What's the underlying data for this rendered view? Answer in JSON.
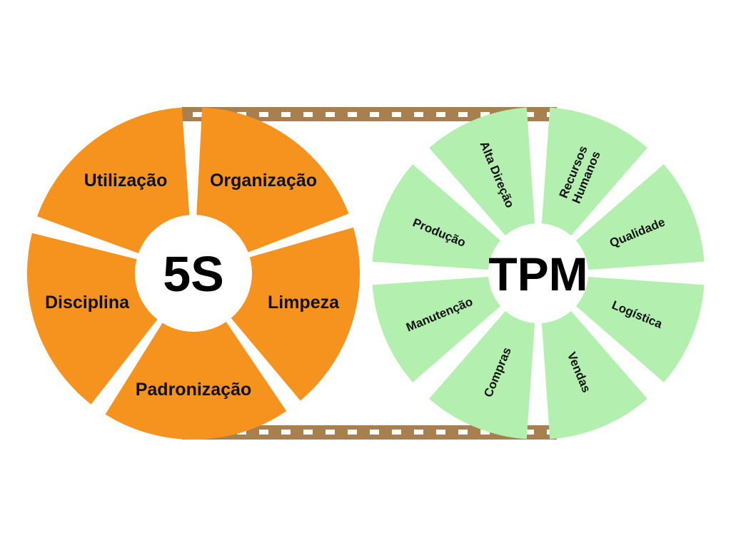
{
  "colors": {
    "belt": "#a8804f",
    "belt_holes": "#ffffff",
    "orange": "#f6931f",
    "green": "#b3f0b0",
    "hub": "#ffffff"
  },
  "five_s": {
    "title": "5S",
    "segments": [
      "Utilização",
      "Organização",
      "Limpeza",
      "Padronização",
      "Disciplina"
    ]
  },
  "tpm": {
    "title": "TPM",
    "segments": [
      "Alta Direção",
      "Recursos Humanos",
      "Qualidade",
      "Logística",
      "Vendas",
      "Compras",
      "Manutenção",
      "Produção"
    ]
  }
}
